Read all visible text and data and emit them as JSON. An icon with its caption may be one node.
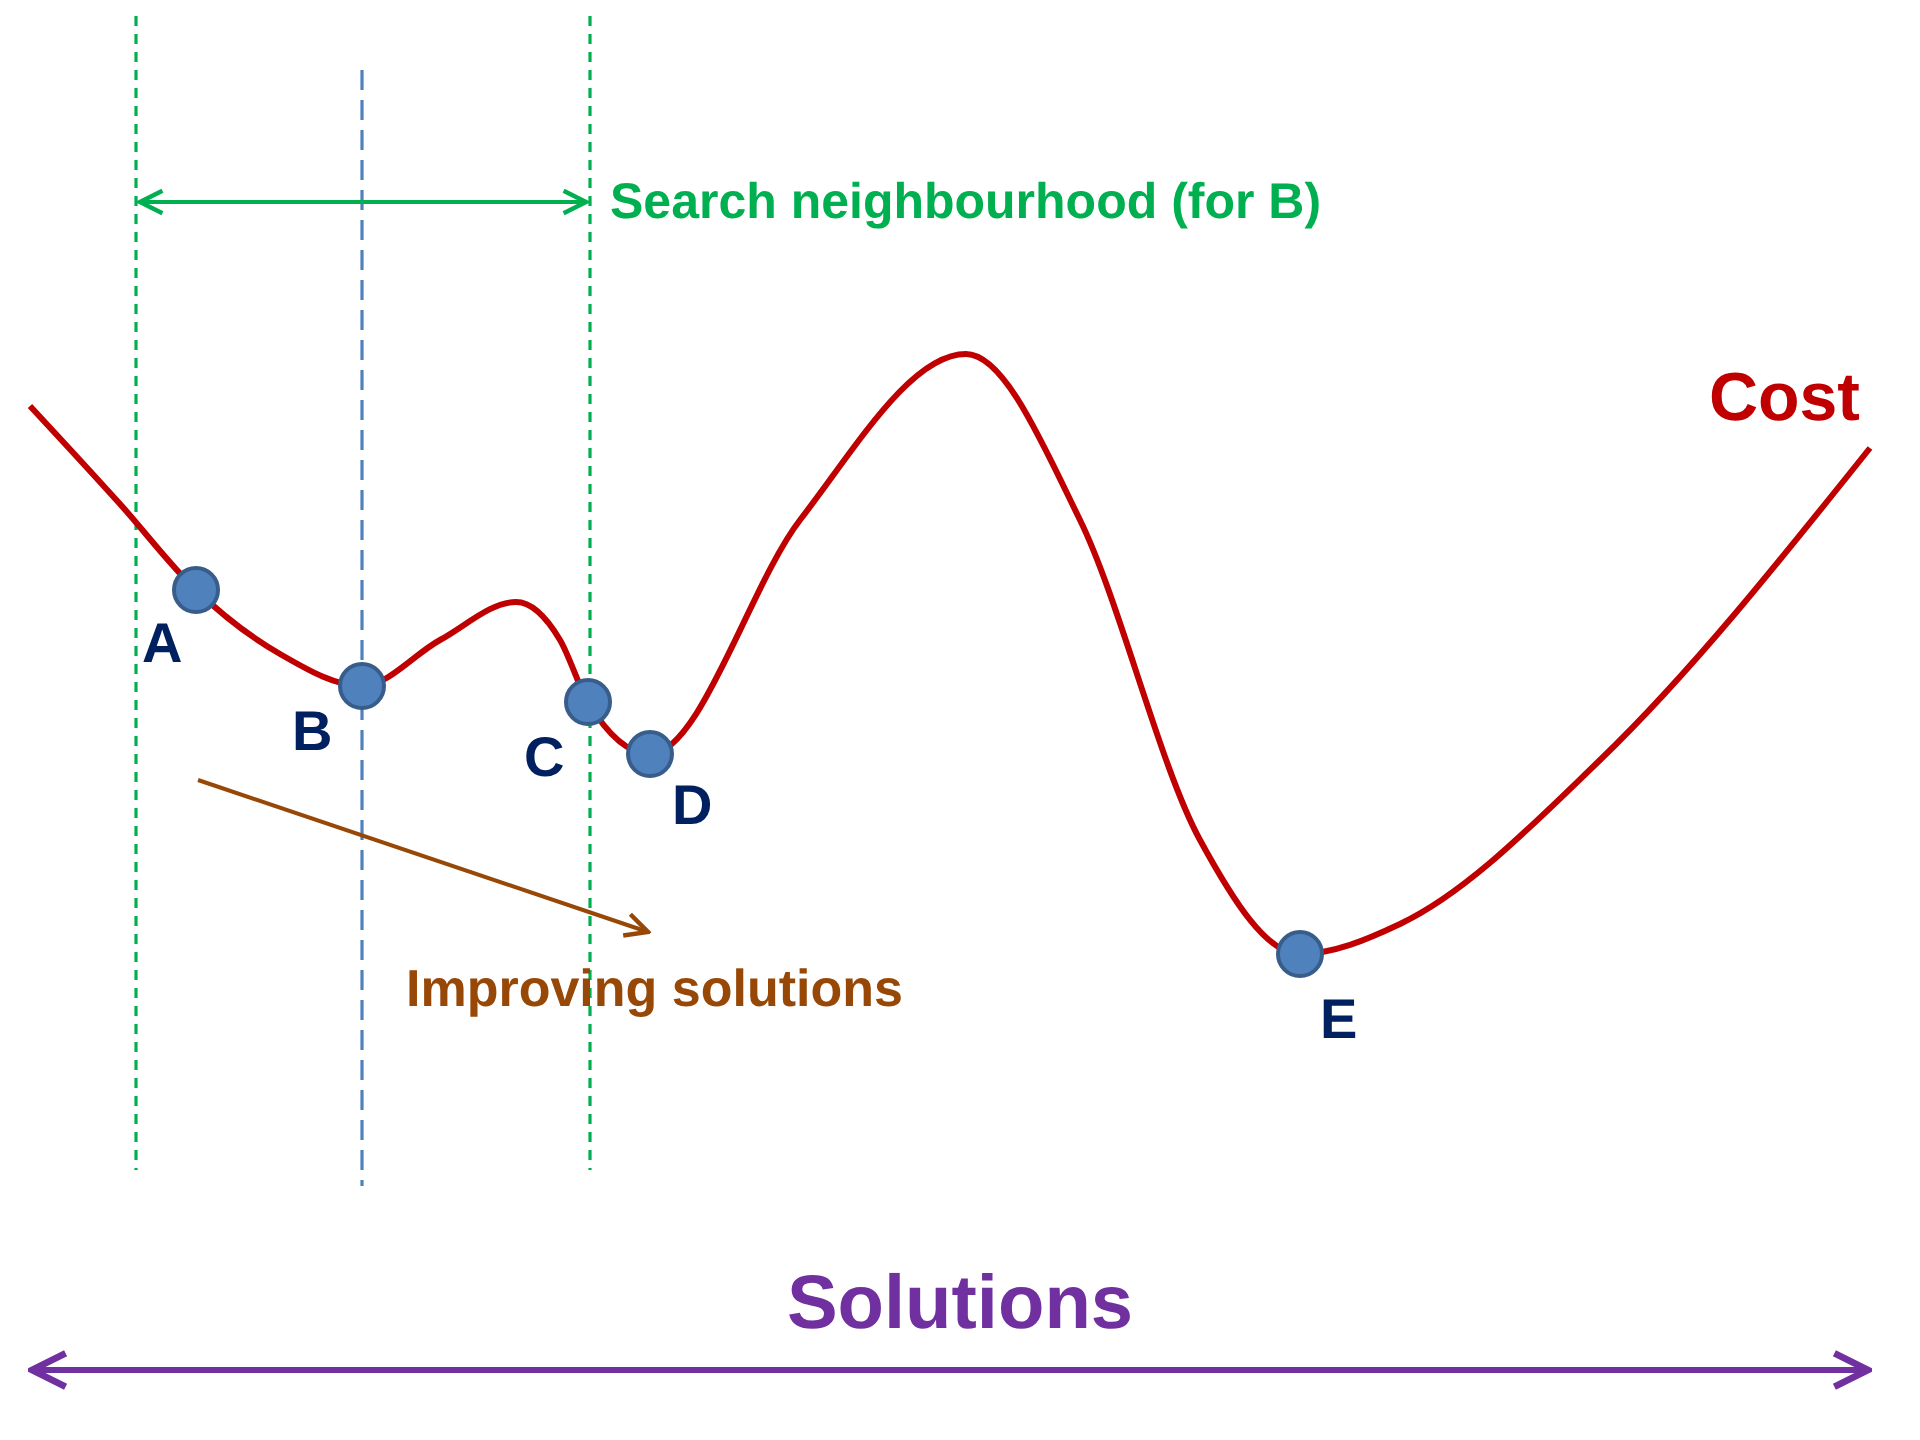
{
  "diagram": {
    "nodes": [
      {
        "text": [],
        "shape": "circle",
        "beside": [
          "A"
        ]
      },
      {
        "text": [],
        "shape": "circle",
        "beside": [
          "B"
        ]
      },
      {
        "text": [],
        "shape": "circle",
        "beside": [
          "C"
        ]
      },
      {
        "text": [],
        "shape": "circle",
        "beside": [
          "D"
        ]
      },
      {
        "text": [],
        "shape": "circle",
        "beside": [
          "E"
        ]
      }
    ],
    "labels": [
      "Search neighbourhood (for B)",
      "Cost",
      "Improving solutions",
      "Solutions"
    ]
  }
}
